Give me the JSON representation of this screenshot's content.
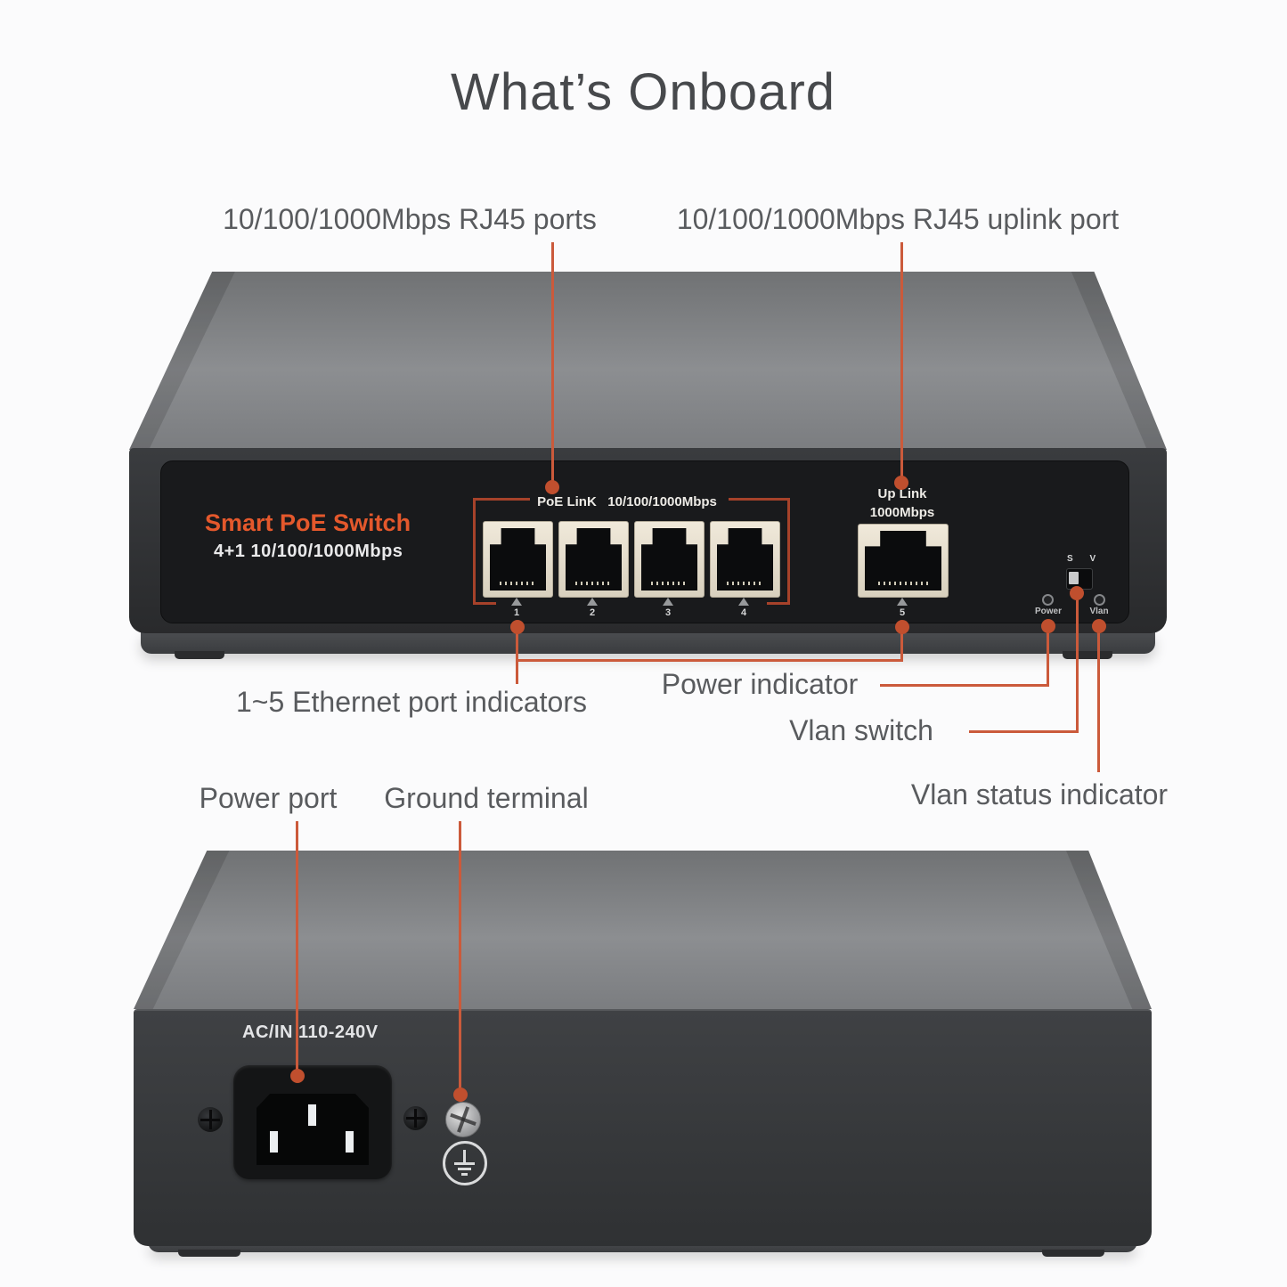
{
  "page": {
    "title": "What’s Onboard"
  },
  "annotations": {
    "rj45_ports": "10/100/1000Mbps RJ45 ports",
    "uplink_port": "10/100/1000Mbps RJ45 uplink port",
    "eth_indicators": "1~5 Ethernet port indicators",
    "power_indicator": "Power indicator",
    "vlan_switch": "Vlan switch",
    "vlan_status": "Vlan status indicator",
    "power_port": "Power port",
    "ground_terminal": "Ground terminal"
  },
  "front_panel": {
    "brand": "Smart PoE Switch",
    "subtitle": "4+1 10/100/1000Mbps",
    "poe_group_label": "PoE LinK",
    "poe_group_speed": "10/100/1000Mbps",
    "uplink_label_line1": "Up Link",
    "uplink_label_line2": "1000Mbps",
    "port_numbers": [
      "1",
      "2",
      "3",
      "4",
      "5"
    ],
    "switch_labels": "S V",
    "led_power": "Power",
    "led_vlan": "Vlan"
  },
  "rear_panel": {
    "ac_label": "AC/IN 110-240V"
  },
  "colors": {
    "leader_line": "#cb5a3b",
    "leader_dot": "#c04f2e",
    "brand_orange": "#e4582c",
    "panel_bracket": "#a6422a",
    "label_text": "#595b5e"
  }
}
